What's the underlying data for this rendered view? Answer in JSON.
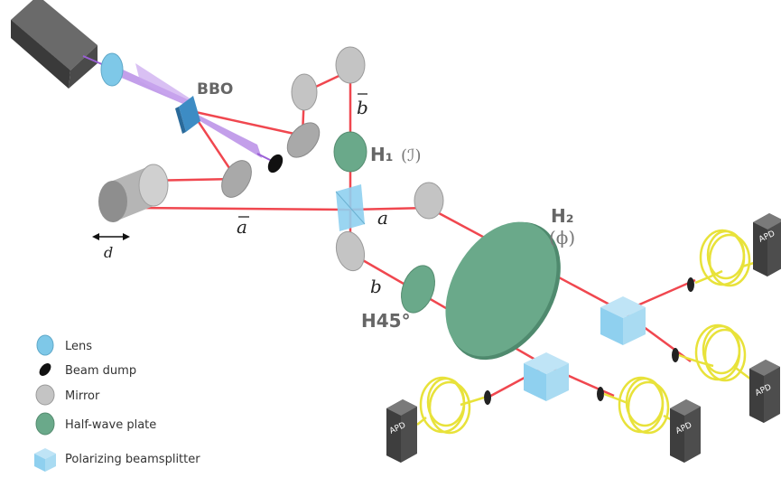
{
  "labels": {
    "bbo": "BBO",
    "h1": "H₁",
    "h1_param": "(ℐ)",
    "h2": "H₂",
    "h2_param": "(ϕ)",
    "h45": "H45°",
    "a_bar": "a",
    "a": "a",
    "b": "b",
    "b_bar": "b",
    "d": "d",
    "apd": "APD"
  },
  "legend": [
    {
      "icon": "lens-icon",
      "label": "Lens"
    },
    {
      "icon": "beam-dump-icon",
      "label": "Beam dump"
    },
    {
      "icon": "mirror-icon",
      "label": "Mirror"
    },
    {
      "icon": "half-wave-plate-icon",
      "label": "Half-wave plate"
    },
    {
      "icon": "polarizing-beamsplitter-icon",
      "label": "Polarizing beamsplitter"
    }
  ],
  "colors": {
    "beam": "#f0474f",
    "pump": "#9b5fd6",
    "lens": "#7ec8e8",
    "mirror": "#c4c4c4",
    "waveplate": "#6aa98a",
    "beamsplitter": "#8fd0ef",
    "fiber": "#e8e23a",
    "apd": "#555555"
  }
}
